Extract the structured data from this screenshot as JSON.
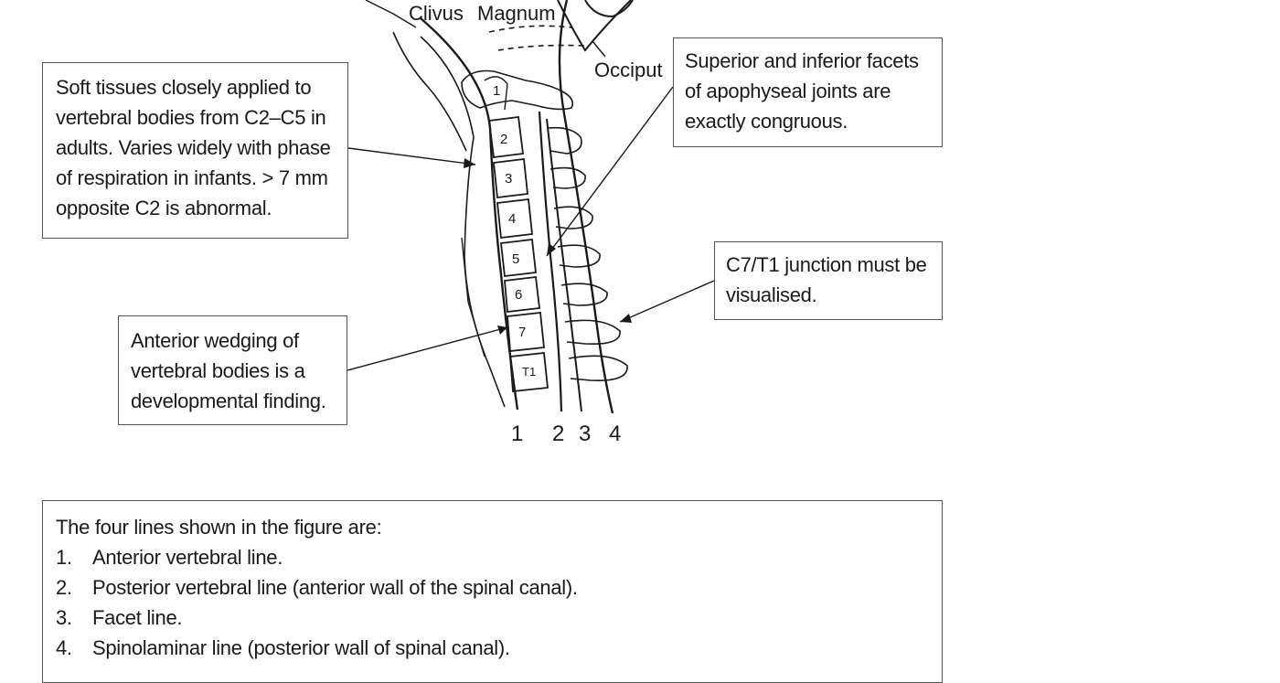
{
  "labels": {
    "clivus": "Clivus",
    "magnum": "Magnum",
    "occiput": "Occiput"
  },
  "vertebrae": [
    "1",
    "2",
    "3",
    "4",
    "5",
    "6",
    "7",
    "T1"
  ],
  "line_numbers": [
    "1",
    "2",
    "3",
    "4"
  ],
  "callouts": {
    "soft_tissue": [
      "Soft tissues closely applied to",
      "vertebral bodies from C2–C5 in",
      "adults. Varies widely with phase",
      "of respiration in infants. > 7 mm",
      "opposite C2 is abnormal."
    ],
    "facets": [
      "Superior and inferior facets",
      "of apophyseal joints are",
      "exactly congruous."
    ],
    "c7_t1": [
      "C7/T1 junction must be",
      "visualised."
    ],
    "wedging": [
      "Anterior wedging of",
      "vertebral bodies is a",
      "developmental finding."
    ]
  },
  "legend": {
    "intro": "The four lines shown in the figure are:",
    "items": [
      {
        "num": "1.",
        "text": "Anterior vertebral line."
      },
      {
        "num": "2.",
        "text": "Posterior vertebral line (anterior wall of the spinal canal)."
      },
      {
        "num": "3.",
        "text": "Facet line."
      },
      {
        "num": "4.",
        "text": "Spinolaminar line (posterior wall of spinal canal)."
      }
    ]
  }
}
